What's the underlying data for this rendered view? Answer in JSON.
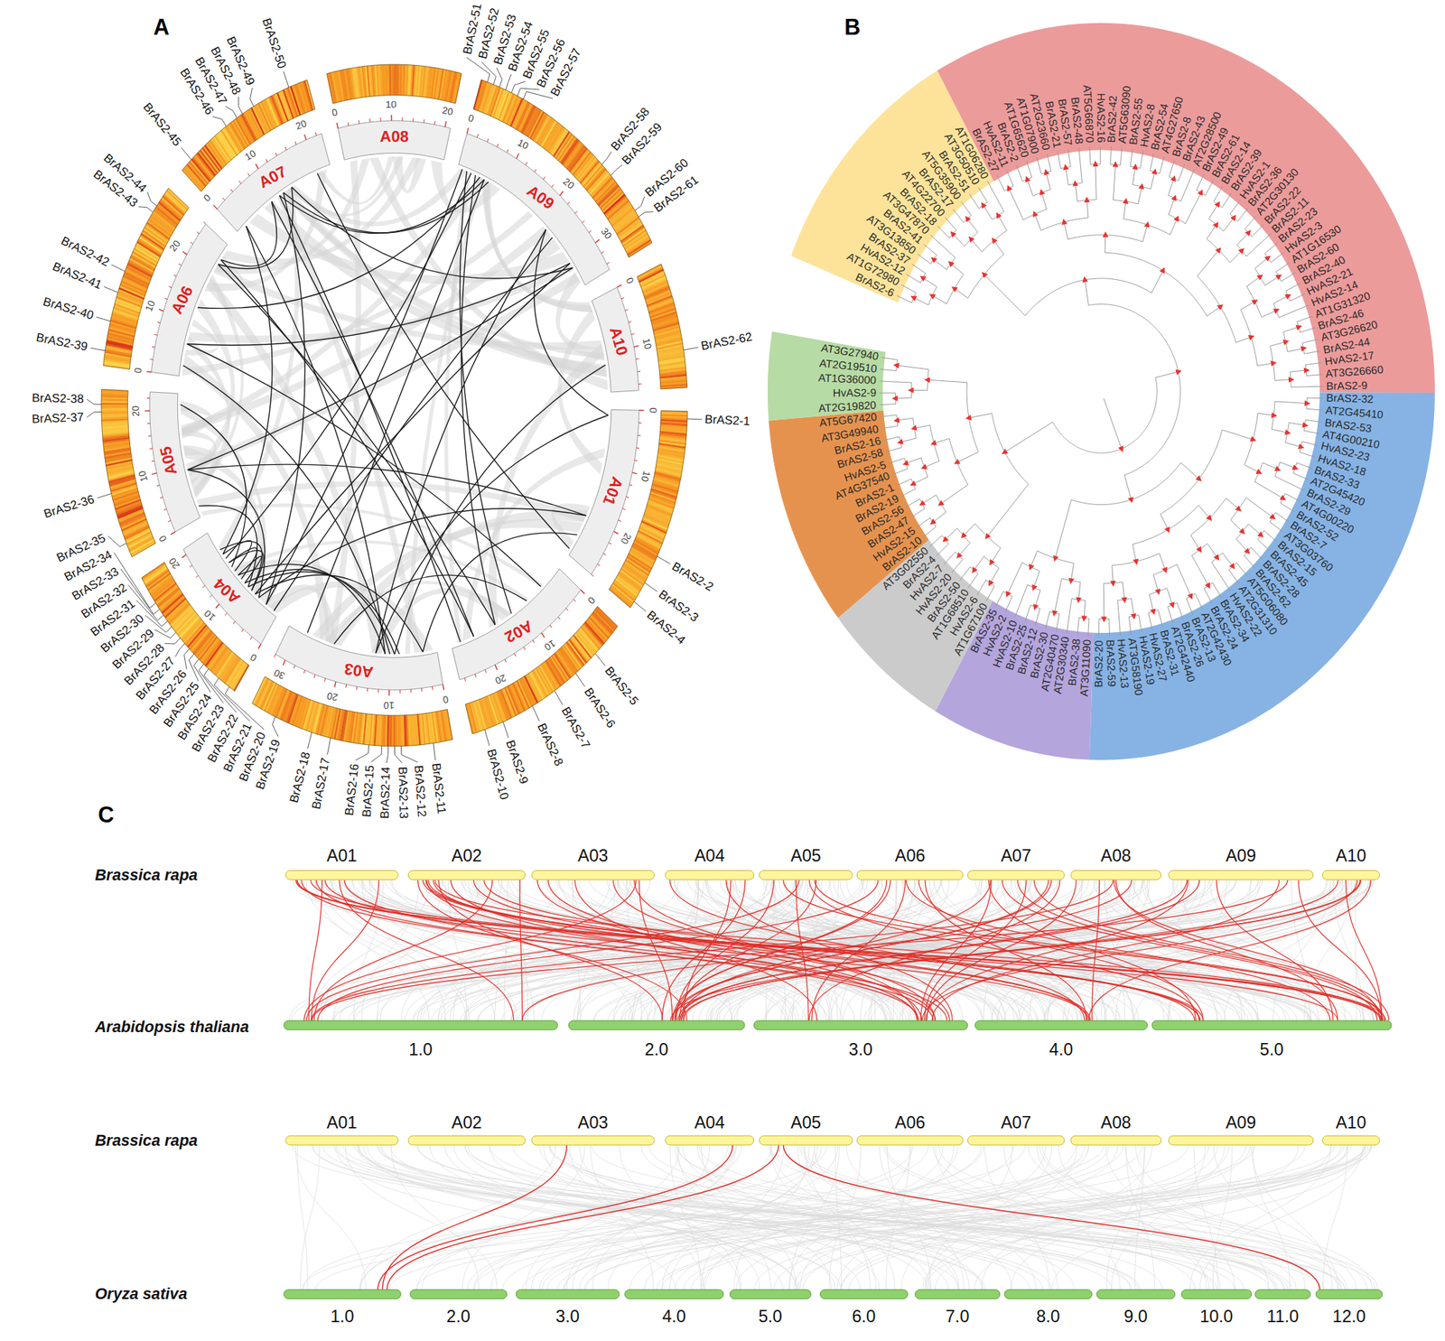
{
  "diagram": {
    "labels": [
      "A",
      "A01",
      "A02",
      "A03",
      "A04",
      "A05",
      "A06",
      "A07",
      "A08",
      "A09",
      "A10",
      "0",
      "10",
      "20",
      "0",
      "10",
      "20",
      "0",
      "10",
      "20",
      "30",
      "0",
      "10",
      "20",
      "0",
      "10",
      "20",
      "0",
      "10",
      "20",
      "0",
      "10",
      "20",
      "0",
      "10",
      "20",
      "0",
      "10",
      "20",
      "30",
      "0",
      "10",
      "BrAS2-1",
      "BrAS2-2",
      "BrAS2-3",
      "BrAS2-4",
      "BrAS2-5",
      "BrAS2-6",
      "BrAS2-7",
      "BrAS2-8",
      "BrAS2-9",
      "BrAS2-10",
      "BrAS2-11",
      "BrAS2-12",
      "BrAS2-13",
      "BrAS2-14",
      "BrAS2-15",
      "BrAS2-16",
      "BrAS2-17",
      "BrAS2-18",
      "BrAS2-19",
      "BrAS2-20",
      "BrAS2-21",
      "BrAS2-22",
      "BrAS2-23",
      "BrAS2-24",
      "BrAS2-25",
      "BrAS2-26",
      "BrAS2-27",
      "BrAS2-28",
      "BrAS2-29",
      "BrAS2-30",
      "BrAS2-31",
      "BrAS2-32",
      "BrAS2-33",
      "BrAS2-34",
      "BrAS2-35",
      "BrAS2-36",
      "BrAS2-37",
      "BrAS2-38",
      "BrAS2-39",
      "BrAS2-40",
      "BrAS2-41",
      "BrAS2-42",
      "BrAS2-43",
      "BrAS2-44",
      "BrAS2-45",
      "BrAS2-46",
      "BrAS2-47",
      "BrAS2-48",
      "BrAS2-49",
      "BrAS2-50",
      "BrAS2-51",
      "BrAS2-52",
      "BrAS2-53",
      "BrAS2-54",
      "BrAS2-55",
      "BrAS2-56",
      "BrAS2-57",
      "BrAS2-58",
      "BrAS2-59",
      "BrAS2-60",
      "BrAS2-61",
      "BrAS2-62",
      "B",
      "BrAS2-6",
      "AT1G72980",
      "HvAS2-12",
      "BrAS2-37",
      "AT3G13850",
      "BrAS2-41",
      "AT3G47870",
      "BrAS2-18",
      "AT4G22700",
      "BrAS2-17",
      "AT5G35900",
      "BrAS2-51",
      "AT3G50510",
      "AT1G06280",
      "BrAS2-27",
      "HvAS2-11",
      "BrAS2-2",
      "AT1G65620",
      "AT1G07900",
      "AT2G23660",
      "BrAS2-21",
      "BrAS2-57",
      "BrAS2-48",
      "AT5G66870",
      "HvAS2-16",
      "BrAS2-42",
      "AT5G63090",
      "BrAS2-55",
      "HvAS2-8",
      "BrAS2-54",
      "AT4G27650",
      "BrAS2-8",
      "BrAS2-43",
      "AT2G28500",
      "BrAS2-49",
      "BrAS2-61",
      "BrAS2-14",
      "BrAS2-39",
      "HvAS2-1",
      "BrAS2-36",
      "AT2G30130",
      "BrAS2-22",
      "BrAS2-11",
      "BrAS2-23",
      "HvAS2-3",
      "AT1G16530",
      "BrAS2-60",
      "BrAS2-40",
      "HvAS2-21",
      "HvAS2-14",
      "AT1G31320",
      "BrAS2-46",
      "AT3G26620",
      "BrAS2-44",
      "HvAS2-17",
      "AT3G26660",
      "BrAS2-9",
      "BrAS2-32",
      "AT2G45410",
      "BrAS2-53",
      "AT4G00210",
      "HvAS2-23",
      "HvAS2-18",
      "BrAS2-33",
      "AT2G45420",
      "BrAS2-29",
      "AT4G00220",
      "BrAS2-52",
      "BrAS2-7",
      "AT3G03760",
      "BrAS2-15",
      "BrAS2-45",
      "BrAS2-28",
      "BrAS2-62",
      "AT5G06080",
      "AT2G31310",
      "HvAS2-22",
      "BrAS2-34",
      "BrAS2-24",
      "AT2G42430",
      "BrAS2-13",
      "BrAS2-26",
      "AT2G42440",
      "BrAS2-31",
      "HvAS2-27",
      "HvAS2-19",
      "AT3G58190",
      "HvAS2-13",
      "BrAS2-59",
      "BrAS2-20",
      "AT3G11090",
      "BrAS2-38",
      "AT2G30340",
      "AT2G40470",
      "BrAS2-30",
      "BrAS2-12",
      "BrAS2-25",
      "HvAS2-10",
      "HvAS2-2",
      "BrAS2-35",
      "AT1G67100",
      "HvAS2-6",
      "AT1G68510",
      "BrAS2-50",
      "HvAS2-20",
      "HvAS2-7",
      "BrAS2-4",
      "AT3G02550",
      "BrAS2-10",
      "HvAS2-15",
      "BrAS2-47",
      "BrAS2-56",
      "BrAS2-19",
      "BrAS2-1",
      "AT4G37540",
      "HvAS2-5",
      "BrAS2-58",
      "BrAS2-16",
      "AT3G49940",
      "AT5G67420",
      "AT2G19820",
      "HvAS2-9",
      "AT1G36000",
      "AT2G19510",
      "AT3G27940",
      "C",
      "Brassica rapa",
      "A01",
      "A02",
      "A03",
      "A04",
      "A05",
      "A06",
      "A07",
      "A08",
      "A09",
      "A10",
      "Arabidopsis thaliana",
      "1.0",
      "2.0",
      "3.0",
      "4.0",
      "5.0",
      "Brassica rapa",
      "A01",
      "A02",
      "A03",
      "A04",
      "A05",
      "A06",
      "A07",
      "A08",
      "A09",
      "A10",
      "Oryza sativa",
      "1.0",
      "2.0",
      "3.0",
      "4.0",
      "5.0",
      "6.0",
      "7.0",
      "8.0",
      "9.0",
      "10.0",
      "11.0",
      "12.0"
    ]
  }
}
